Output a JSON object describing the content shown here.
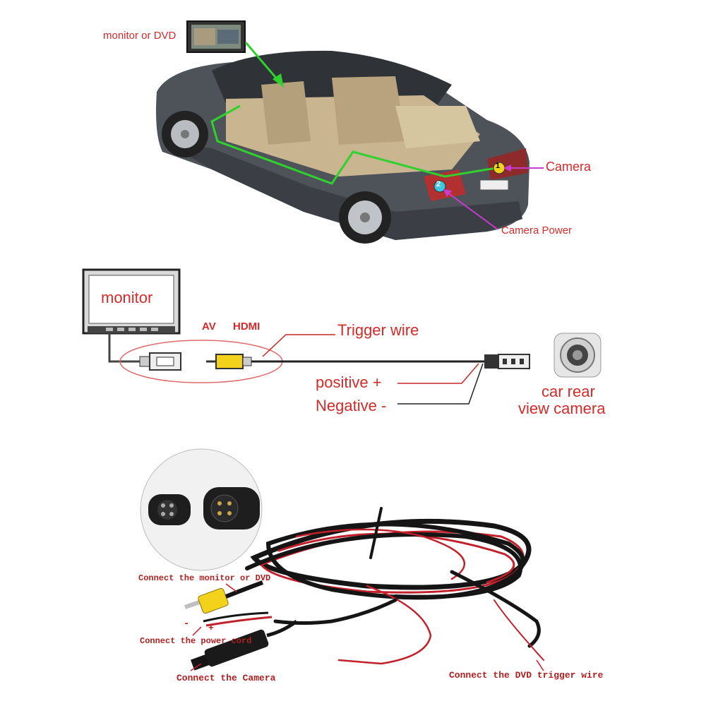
{
  "car_diagram": {
    "monitor_label": "monitor or DVD",
    "camera_label": "Camera",
    "camera_power_label": "Camera Power",
    "marker_camera": "1",
    "marker_power": "2"
  },
  "wiring_diagram": {
    "monitor_label": "monitor",
    "av_label": "AV",
    "hdmi_label": "HDMI",
    "trigger_label": "Trigger wire",
    "positive_label": "positive +",
    "negative_label": "Negative -",
    "camera_label_line1": "car rear",
    "camera_label_line2": "view camera"
  },
  "cable_photo": {
    "connect_monitor": "Connect the monitor or DVD",
    "minus_sign": "-",
    "plus_sign": "+",
    "connect_power": "Connect the power cord",
    "connect_camera": "Connect the Camera",
    "connect_trigger": "Connect the DVD trigger wire"
  },
  "colors": {
    "label_red": "#d42a2a",
    "green_wire": "#2ed12e",
    "magenta_pointer": "#c93bd0",
    "car_body": "#4a4f55",
    "rca_yellow": "#f2d21a"
  }
}
